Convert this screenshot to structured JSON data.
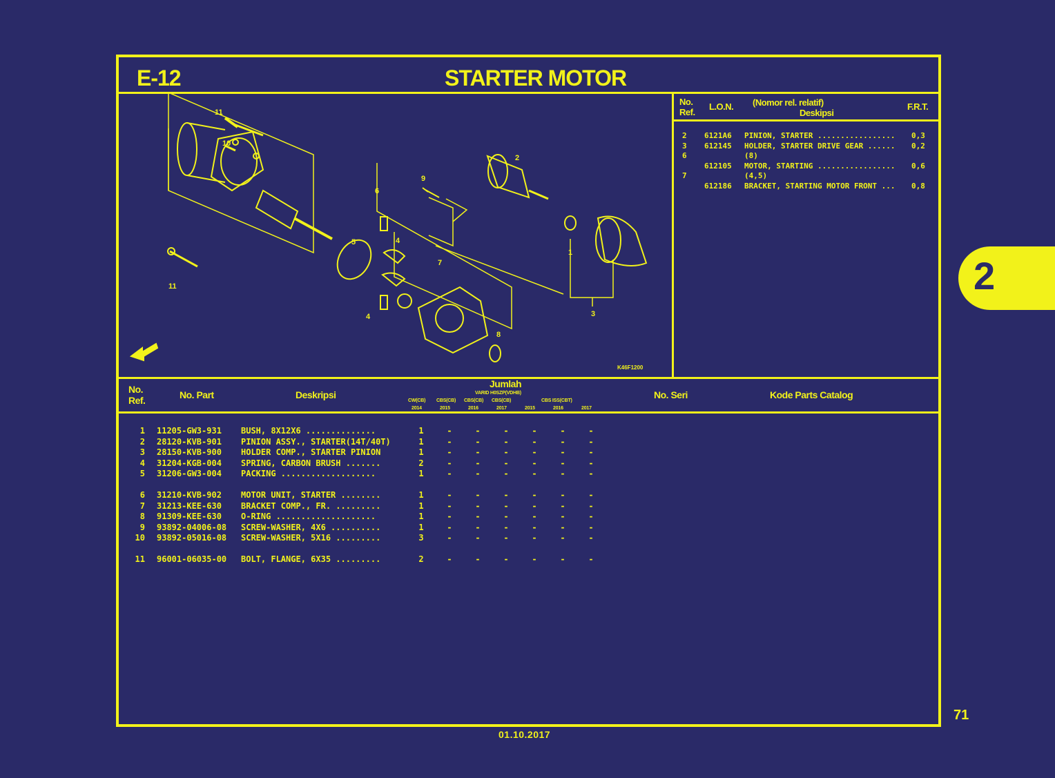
{
  "header": {
    "code": "E-12",
    "title": "STARTER MOTOR"
  },
  "lon_table": {
    "headers": {
      "no": "No.",
      "ref": "Ref.",
      "lon": "L.O.N.",
      "nomor": "(Nomor rel. relatif)",
      "deskripsi": "Deskipsi",
      "frt": "F.R.T."
    },
    "rows": [
      {
        "ref": "2",
        "lon": "6121A6",
        "desc": "PINION, STARTER .................",
        "frt": "0,3"
      },
      {
        "ref": "3",
        "lon": "612145",
        "desc": "HOLDER, STARTER DRIVE GEAR ......",
        "frt": "0,2"
      },
      {
        "ref": "6",
        "lon": "",
        "desc": "(8)",
        "frt": ""
      },
      {
        "ref": "",
        "lon": "612105",
        "desc": "MOTOR, STARTING .................",
        "frt": "0,6"
      },
      {
        "ref": "7",
        "lon": "",
        "desc": "(4,5)",
        "frt": ""
      },
      {
        "ref": "",
        "lon": "612186",
        "desc": "BRACKET, STARTING MOTOR FRONT ...",
        "frt": "0,8"
      }
    ]
  },
  "diagram": {
    "labels": [
      "11",
      "10",
      "6",
      "9",
      "2",
      "5",
      "4",
      "7",
      "1",
      "3",
      "4",
      "8",
      "11"
    ],
    "front_label": "FR.",
    "ref_code": "K46F1200"
  },
  "parts_header": {
    "no": "No.",
    "ref": "Ref.",
    "part": "No. Part",
    "desc": "Deskripsi",
    "jumlah": "Jumlah",
    "varian": "VARID H0SZP(VDHB)",
    "models": [
      "CW(CB)",
      "CBS(CB)",
      "CBS(CB)",
      "CBS(CB)",
      "CBS ISS(CBT)"
    ],
    "years": [
      "2014",
      "2015",
      "2016",
      "2017",
      "2015",
      "2016",
      "2017"
    ],
    "serial": "No. Seri",
    "catalog": "Kode Parts Catalog"
  },
  "parts": [
    {
      "ref": "1",
      "part": "11205-GW3-931",
      "desc": "BUSH, 8X12X6 ..............",
      "q": [
        "1",
        "-",
        "-",
        "-",
        "-",
        "-",
        "-"
      ]
    },
    {
      "ref": "2",
      "part": "28120-KVB-901",
      "desc": "PINION ASSY., STARTER(14T/40T)",
      "q": [
        "1",
        "-",
        "-",
        "-",
        "-",
        "-",
        "-"
      ]
    },
    {
      "ref": "3",
      "part": "28150-KVB-900",
      "desc": "HOLDER COMP., STARTER PINION",
      "q": [
        "1",
        "-",
        "-",
        "-",
        "-",
        "-",
        "-"
      ]
    },
    {
      "ref": "4",
      "part": "31204-KGB-004",
      "desc": "SPRING, CARBON BRUSH .......",
      "q": [
        "2",
        "-",
        "-",
        "-",
        "-",
        "-",
        "-"
      ]
    },
    {
      "ref": "5",
      "part": "31206-GW3-004",
      "desc": "PACKING ...................",
      "q": [
        "1",
        "-",
        "-",
        "-",
        "-",
        "-",
        "-"
      ]
    },
    {
      "ref": "6",
      "part": "31210-KVB-902",
      "desc": "MOTOR UNIT, STARTER ........",
      "q": [
        "1",
        "-",
        "-",
        "-",
        "-",
        "-",
        "-"
      ]
    },
    {
      "ref": "7",
      "part": "31213-KEE-630",
      "desc": "BRACKET COMP., FR. .........",
      "q": [
        "1",
        "-",
        "-",
        "-",
        "-",
        "-",
        "-"
      ]
    },
    {
      "ref": "8",
      "part": "91309-KEE-630",
      "desc": "O-RING ....................",
      "q": [
        "1",
        "-",
        "-",
        "-",
        "-",
        "-",
        "-"
      ]
    },
    {
      "ref": "9",
      "part": "93892-04006-08",
      "desc": "SCREW-WASHER, 4X6 ..........",
      "q": [
        "1",
        "-",
        "-",
        "-",
        "-",
        "-",
        "-"
      ]
    },
    {
      "ref": "10",
      "part": "93892-05016-08",
      "desc": "SCREW-WASHER, 5X16 .........",
      "q": [
        "3",
        "-",
        "-",
        "-",
        "-",
        "-",
        "-"
      ]
    },
    {
      "ref": "11",
      "part": "96001-06035-00",
      "desc": "BOLT, FLANGE, 6X35 .........",
      "q": [
        "2",
        "-",
        "-",
        "-",
        "-",
        "-",
        "-"
      ]
    }
  ],
  "side_tab": "2",
  "page_number": "71",
  "footer_date": "01.10.2017",
  "colors": {
    "background": "#2a2a68",
    "ink": "#f2f21a"
  }
}
